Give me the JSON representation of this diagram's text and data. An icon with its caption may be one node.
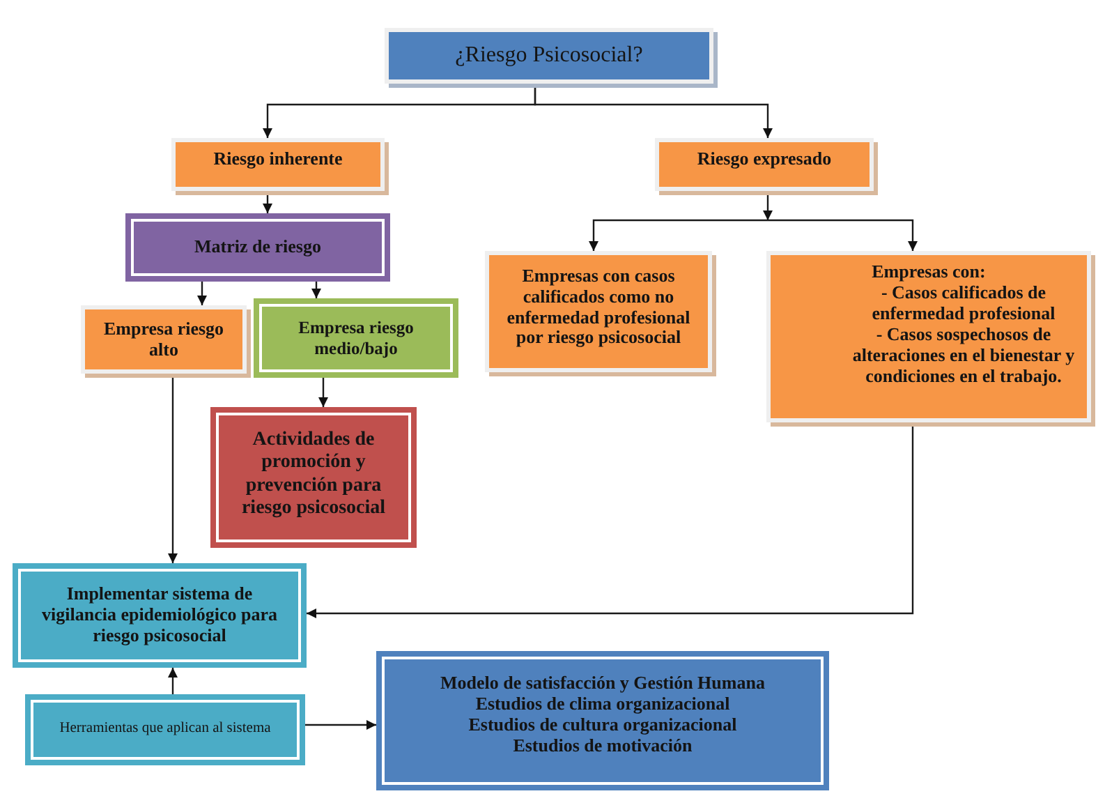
{
  "diagram": {
    "nodes": [
      {
        "text": [
          "¿Riesgo Psicosocial?"
        ]
      },
      {
        "text": [
          "Riesgo inherente"
        ]
      },
      {
        "text": [
          "Riesgo expresado"
        ]
      },
      {
        "text": [
          "Matriz de riesgo"
        ]
      },
      {
        "text": [
          "Empresa riesgo alto"
        ]
      },
      {
        "text": [
          "Empresa riesgo medio/bajo"
        ]
      },
      {
        "text": [
          "Empresas con casos calificados como no enfermedad profesional por riesgo psicosocial"
        ]
      },
      {
        "text": [
          "Empresas con:",
          "- Casos calificados de enfermedad profesional",
          "- Casos sospechosos de alteraciones en el bienestar y condiciones en el trabajo."
        ]
      },
      {
        "text": [
          "Actividades de promoción y prevención para riesgo psicosocial"
        ]
      },
      {
        "text": [
          "Implementar sistema de vigilancia epidemiológico para riesgo psicosocial"
        ]
      },
      {
        "text": [
          "Herramientas que aplican al sistema"
        ]
      },
      {
        "text": [
          "Modelo de satisfacción y Gestión Humana",
          "Estudios de clima organizacional",
          "Estudios de cultura organizacional",
          "Estudios de motivación"
        ]
      }
    ],
    "edges": [
      {
        "from": 0,
        "to": 1,
        "arrow": "to"
      },
      {
        "from": 0,
        "to": 2,
        "arrow": "to"
      },
      {
        "from": 1,
        "to": 3,
        "arrow": "to"
      },
      {
        "from": 2,
        "to": 6,
        "arrow": "to"
      },
      {
        "from": 2,
        "to": 7,
        "arrow": "to"
      },
      {
        "from": 3,
        "to": 4,
        "arrow": "to"
      },
      {
        "from": 3,
        "to": 5,
        "arrow": "to"
      },
      {
        "from": 5,
        "to": 8,
        "arrow": "to"
      },
      {
        "from": 4,
        "to": 9,
        "arrow": "to"
      },
      {
        "from": 7,
        "to": 9,
        "arrow": "to"
      },
      {
        "from": 10,
        "to": 9,
        "arrow": "to"
      },
      {
        "from": 10,
        "to": 11,
        "arrow": "to"
      }
    ]
  }
}
